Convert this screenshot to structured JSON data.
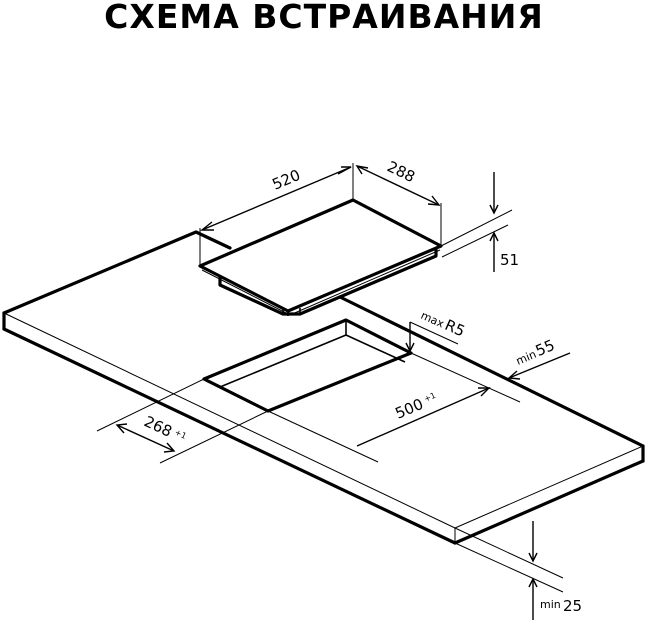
{
  "title": "СХЕМА ВСТРАИВАНИЯ",
  "diagram": {
    "type": "built-in hob installation scheme",
    "colors": {
      "line": "#000000",
      "background": "#ffffff"
    },
    "hob": {
      "width": {
        "value": "520"
      },
      "depth": {
        "value": "288"
      },
      "height": {
        "value": "51"
      }
    },
    "cutout": {
      "width": {
        "value": "500",
        "tolerance": "+1"
      },
      "depth": {
        "value": "268",
        "tolerance": "+1"
      },
      "corner_radius": {
        "prefix": "max",
        "value": "R5"
      }
    },
    "countertop": {
      "back_clearance": {
        "prefix": "min",
        "value": "55"
      },
      "thickness": {
        "prefix": "min",
        "value": "25"
      }
    }
  }
}
